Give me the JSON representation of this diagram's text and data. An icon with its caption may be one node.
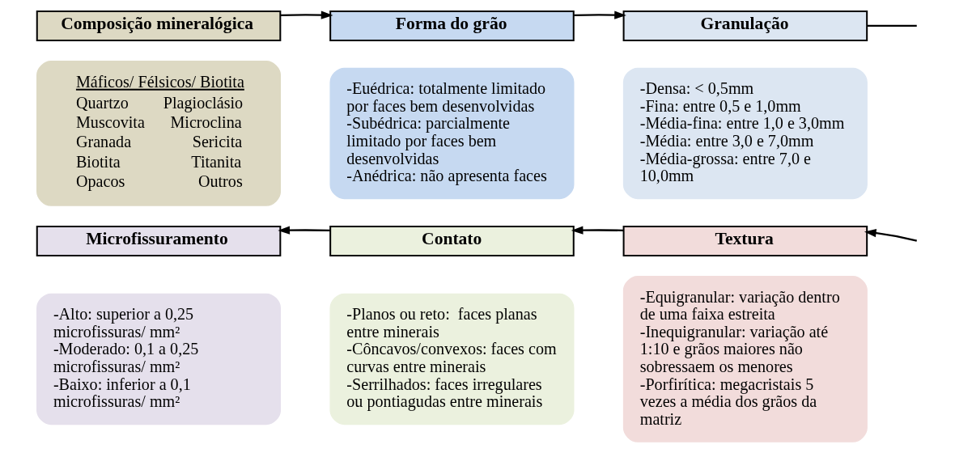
{
  "diagram": {
    "nodes": [
      {
        "text": [
          "Composição mineralógica"
        ]
      },
      {
        "text": [
          "Máficos/ Félsicos/ Biotita",
          "Quartzo",
          "Plagioclásio",
          "Muscovita",
          "Microclina",
          "Granada",
          "Sericita",
          "Biotita",
          "Titanita",
          "Opacos",
          "Outros"
        ]
      },
      {
        "text": [
          "Forma do grão"
        ]
      },
      {
        "text": [
          "-Euédrica: totalmente limitado por faces bem desenvolvidas",
          "-Subédrica: parcialmente limitado por faces bem desenvolvidas",
          "-Anédrica: não apresenta faces"
        ]
      },
      {
        "text": [
          "Granulação"
        ]
      },
      {
        "text": [
          "-Densa: < 0,5mm",
          "-Fina: entre 0,5 e 1,0mm",
          "-Média-fina: entre 1,0 e 3,0mm",
          "-Média: entre 3,0 e 7,0mm",
          "-Média-grossa: entre 7,0 e 10,0mm"
        ]
      },
      {
        "text": [
          "Microfissuramento"
        ]
      },
      {
        "text": [
          "-Alto: superior a 0,25 microfissuras/ mm²",
          "-Moderado: 0,1 a 0,25 microfissuras/ mm²",
          "-Baixo: inferior a 0,1 microfissuras/ mm²"
        ]
      },
      {
        "text": [
          "Contato"
        ]
      },
      {
        "text": [
          "-Planos ou reto:  faces planas entre minerais",
          "-Côncavos/convexos: faces com curvas entre minerais",
          "-Serrilhados: faces irregulares ou pontiagudas entre minerais"
        ]
      },
      {
        "text": [
          "Textura"
        ]
      },
      {
        "text": [
          "-Equigranular: variação dentro de uma faixa estreita",
          "-Inequigranular: variação até 1:10 e grãos maiores não sobressaem os menores",
          "-Porfirítica: megacristais 5 vezes a média dos grãos da matriz"
        ]
      }
    ],
    "edges": [
      {
        "from": 0,
        "to": 2,
        "arrow": "to"
      },
      {
        "from": 2,
        "to": 4,
        "arrow": "to"
      },
      {
        "from": 4,
        "to": null,
        "arrow": "none"
      },
      {
        "from": null,
        "to": 10,
        "arrow": "to"
      },
      {
        "from": 10,
        "to": 8,
        "arrow": "to"
      },
      {
        "from": 8,
        "to": 6,
        "arrow": "to"
      }
    ]
  }
}
